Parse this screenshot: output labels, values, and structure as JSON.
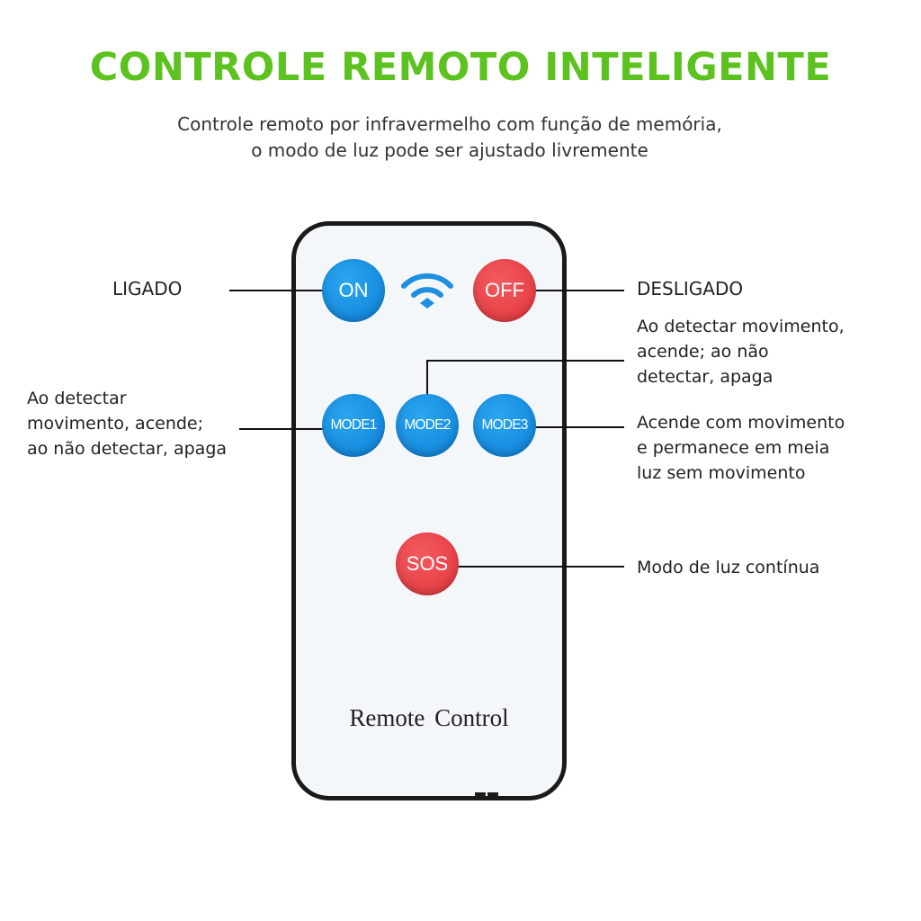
{
  "header": {
    "title": "CONTROLE REMOTO INTELIGENTE",
    "subtitle_line1": "Controle remoto por infravermelho com função de memória,",
    "subtitle_line2": "o modo de luz pode ser ajustado livremente"
  },
  "remote": {
    "on": "ON",
    "off": "OFF",
    "mode1": "MODE1",
    "mode2": "MODE2",
    "mode3": "MODE3",
    "sos": "SOS",
    "brand_text": "Remote Control"
  },
  "labels": {
    "ligado": "LIGADO",
    "desligado": "DESLIGADO",
    "mode2": [
      "Ao detectar movimento,",
      "acende; ao não",
      "detectar, apaga"
    ],
    "mode1": [
      "Ao detectar",
      "movimento, acende;",
      "ao não detectar, apaga"
    ],
    "mode3": [
      "Acende com movimento",
      "e permanece em meia",
      "luz sem movimento"
    ],
    "sos": "Modo de luz contínua"
  },
  "colors": {
    "title": "#5cc21f",
    "blue_button": "#0d7fd8",
    "red_button": "#e2363c"
  }
}
